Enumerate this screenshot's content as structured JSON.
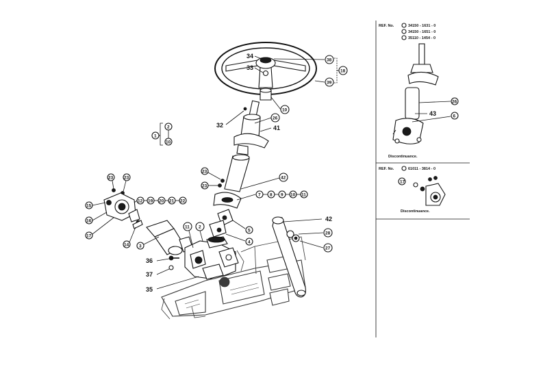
{
  "callouts": {
    "c34": "34",
    "c33": "33",
    "c38": "38",
    "c39": "39",
    "c18": "18",
    "c10": "10",
    "c32": "32",
    "c26": "26",
    "c41": "41",
    "c1": "1",
    "c2": "2",
    "c10b": "10",
    "c23a": "23",
    "c23b": "23",
    "c23c": "23",
    "c23d": "23",
    "c12": "12",
    "c19": "19",
    "c20": "20",
    "c21": "21",
    "c22": "22",
    "c15": "15",
    "c16": "16",
    "c17": "17",
    "c14": "14",
    "c3": "3",
    "c11": "11",
    "c2b": "2",
    "c42": "42",
    "c7": "7",
    "c8": "8",
    "c9": "9",
    "c10c": "10",
    "c11b": "11",
    "c5": "5",
    "c4": "4",
    "c42b": "42",
    "c28": "28",
    "c27": "27",
    "c36": "36",
    "c37": "37",
    "c35": "35"
  },
  "ref_box_1": {
    "header": "REF. No.",
    "lines": [
      "34150 - 1631 - 0",
      "34150 - 1651 - 0",
      "35110 - 1454 - 0"
    ],
    "c26": "26",
    "c43": "43",
    "c6": "6",
    "note": "Discontinuance."
  },
  "ref_box_2": {
    "header": "REF. No.",
    "line": "61011 - 3814 - 0",
    "note": "Discontinuance."
  }
}
